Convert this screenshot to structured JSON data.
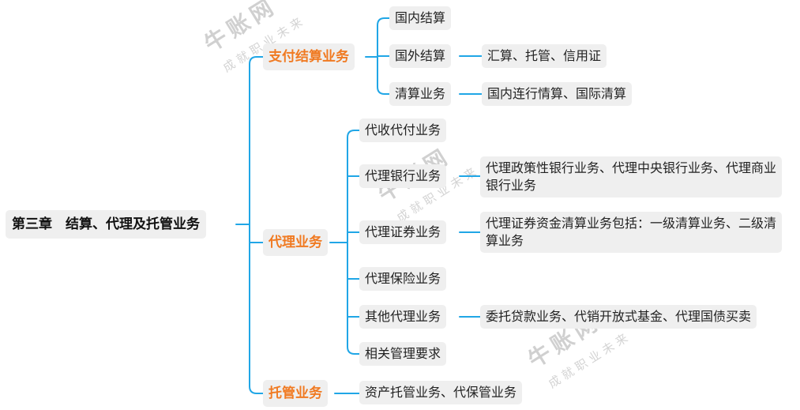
{
  "mindmap": {
    "root": "第三章　结算、代理及托管业务",
    "branches": [
      {
        "label": "支付结算业务",
        "children": [
          {
            "label": "国内结算"
          },
          {
            "label": "国外结算",
            "detail": "汇算、托管、信用证"
          },
          {
            "label": "清算业务",
            "detail": "国内连行情算、国际清算"
          }
        ]
      },
      {
        "label": "代理业务",
        "children": [
          {
            "label": "代收代付业务"
          },
          {
            "label": "代理银行业务",
            "detail": "代理政策性银行业务、代理中央银行业务、代理商业银行业务"
          },
          {
            "label": "代理证券业务",
            "detail": "代理证券资金清算业务包括：一级清算业务、二级清算业务"
          },
          {
            "label": "代理保险业务"
          },
          {
            "label": "其他代理业务",
            "detail": "委托贷款业务、代销开放式基金、代理国债买卖"
          },
          {
            "label": "相关管理要求"
          }
        ]
      },
      {
        "label": "托管业务",
        "children": [
          {
            "label": "资产托管业务、代保管业务"
          }
        ]
      }
    ]
  },
  "watermark": {
    "brand": "牛账网",
    "slogan": "成就职业未来"
  },
  "colors": {
    "connector": "#20a6e6",
    "branch_text": "#f07a22",
    "node_bg": "#efefef",
    "watermark": "#d0d0d0"
  }
}
